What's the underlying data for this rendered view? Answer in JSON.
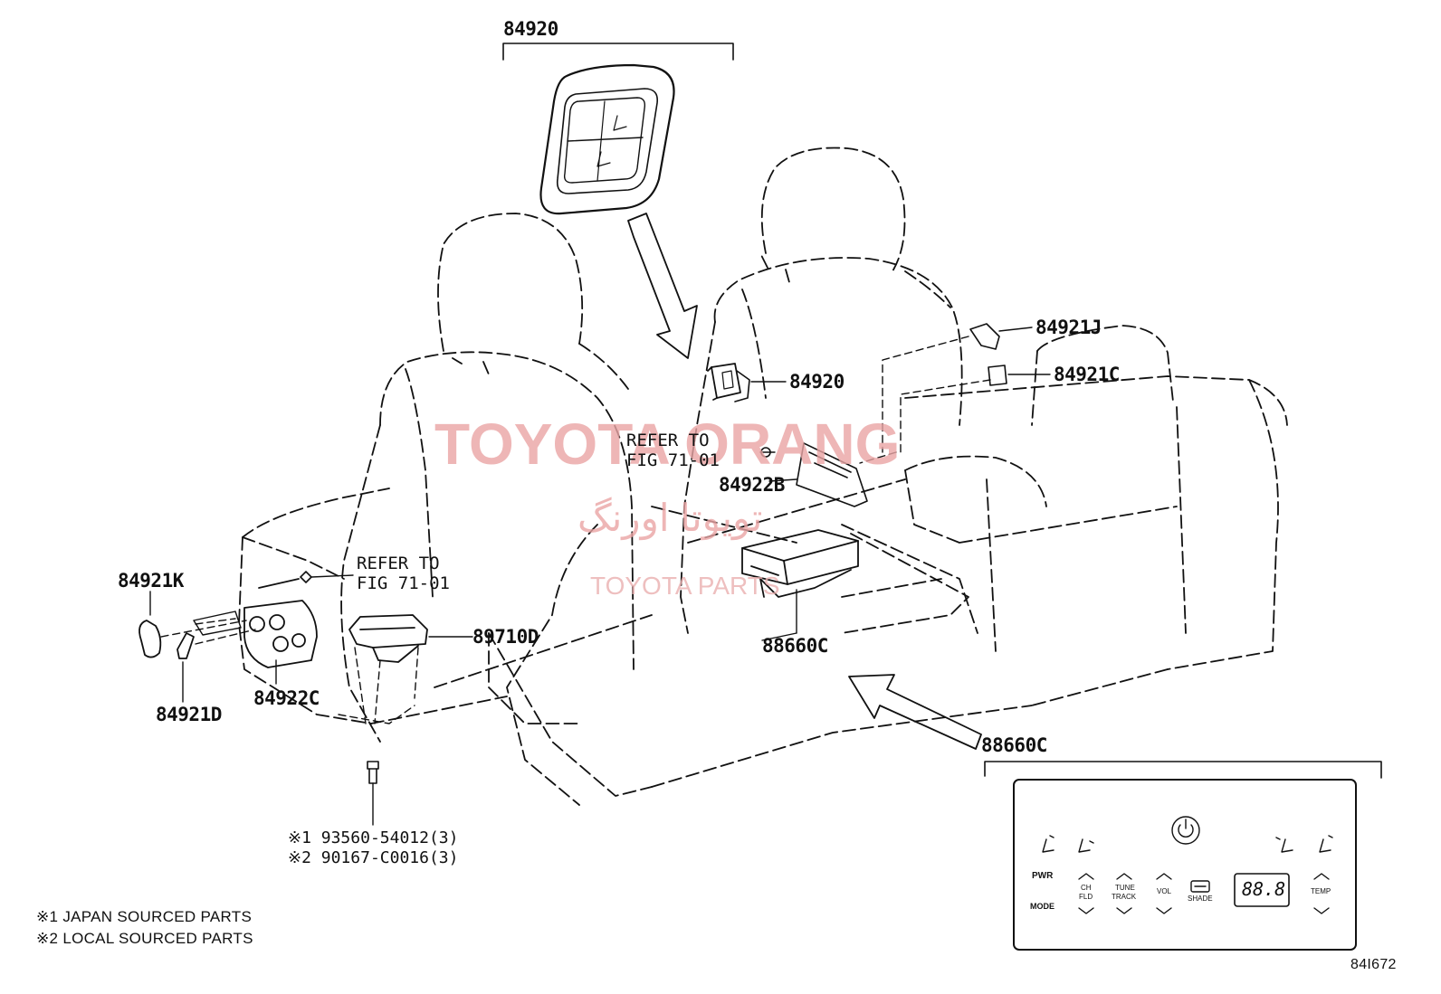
{
  "labels": {
    "switch_top": "84920",
    "switch_side": "84920",
    "j": "84921J",
    "c": "84921C",
    "k": "84921K",
    "d": "84921D",
    "b": "84922B",
    "c2": "84922C",
    "bracket": "89710D",
    "panel_callout": "88660C",
    "panel_top": "88660C"
  },
  "refers": [
    {
      "line1": "REFER TO",
      "line2": "FIG 71-01"
    },
    {
      "line1": "REFER TO",
      "line2": "FIG 71-01"
    }
  ],
  "screws": {
    "line1": "※1 93560-54012(3)",
    "line2": "※2 90167-C0016(3)"
  },
  "notes": {
    "line1": "※1 JAPAN SOURCED PARTS",
    "line2": "※2 LOCAL SOURCED PARTS"
  },
  "watermark": {
    "main": "TOYOTA ORANG",
    "arabic": "تويوتا اورنگ",
    "sub": "TOYOTA PARTS",
    "color": "#e8a0a0"
  },
  "panel": {
    "pwr": "PWR",
    "mode": "MODE",
    "ch1": "CH",
    "ch2": "FLD",
    "tune1": "TUNE",
    "tune2": "TRACK",
    "vol": "VOL",
    "shade": "SHADE",
    "display": "88.8",
    "temp": "TEMP"
  },
  "figure_id": "84I672",
  "icons": [
    "seat-adjust-icon",
    "power-icon",
    "chevron-up-icon",
    "chevron-down-icon",
    "shade-icon"
  ]
}
